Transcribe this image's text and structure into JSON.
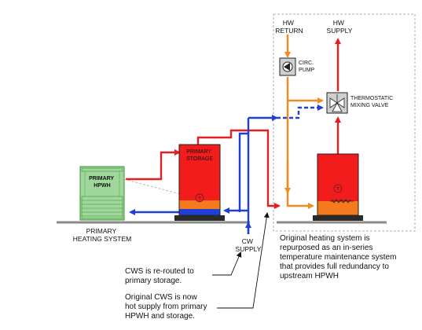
{
  "labels": {
    "hw_return": [
      "HW",
      "RETURN"
    ],
    "hw_supply": [
      "HW",
      "SUPPLY"
    ],
    "circ_pump": [
      "CIRC.",
      "PUMP"
    ],
    "mixing_valve": [
      "THERMOSTATIC",
      "MIXING VALVE"
    ],
    "primary_storage": [
      "PRIMARY",
      "STORAGE"
    ],
    "primary_hpwh": [
      "PRIMARY",
      "HPWH"
    ],
    "primary_heating_system": [
      "PRIMARY",
      "HEATING SYSTEM"
    ],
    "cw_supply": [
      "CW",
      "SUPPLY"
    ],
    "thermostat_symbol": "T"
  },
  "notes": {
    "right_note": [
      "Original heating system is",
      "repurposed as an in-series",
      "temperature maintenance system",
      "that provides full redundancy to",
      "upstream HPWH"
    ],
    "cws_note": [
      "CWS is re-routed to",
      "primary storage."
    ],
    "orig_cws_note": [
      "Original CWS is now",
      "hot supply from primary",
      "HPWH and storage."
    ]
  },
  "colors": {
    "hot": "#e61e1e",
    "cold": "#1f3fd6",
    "return": "#f28a1e",
    "tank_red": "#f21c1c",
    "tank_orange": "#f57a1e",
    "tank_blue": "#1f3fd6",
    "hpwh_green": "#9fd89a",
    "hpwh_stroke": "#3d8f3a",
    "floor": "#8a8a8a"
  }
}
